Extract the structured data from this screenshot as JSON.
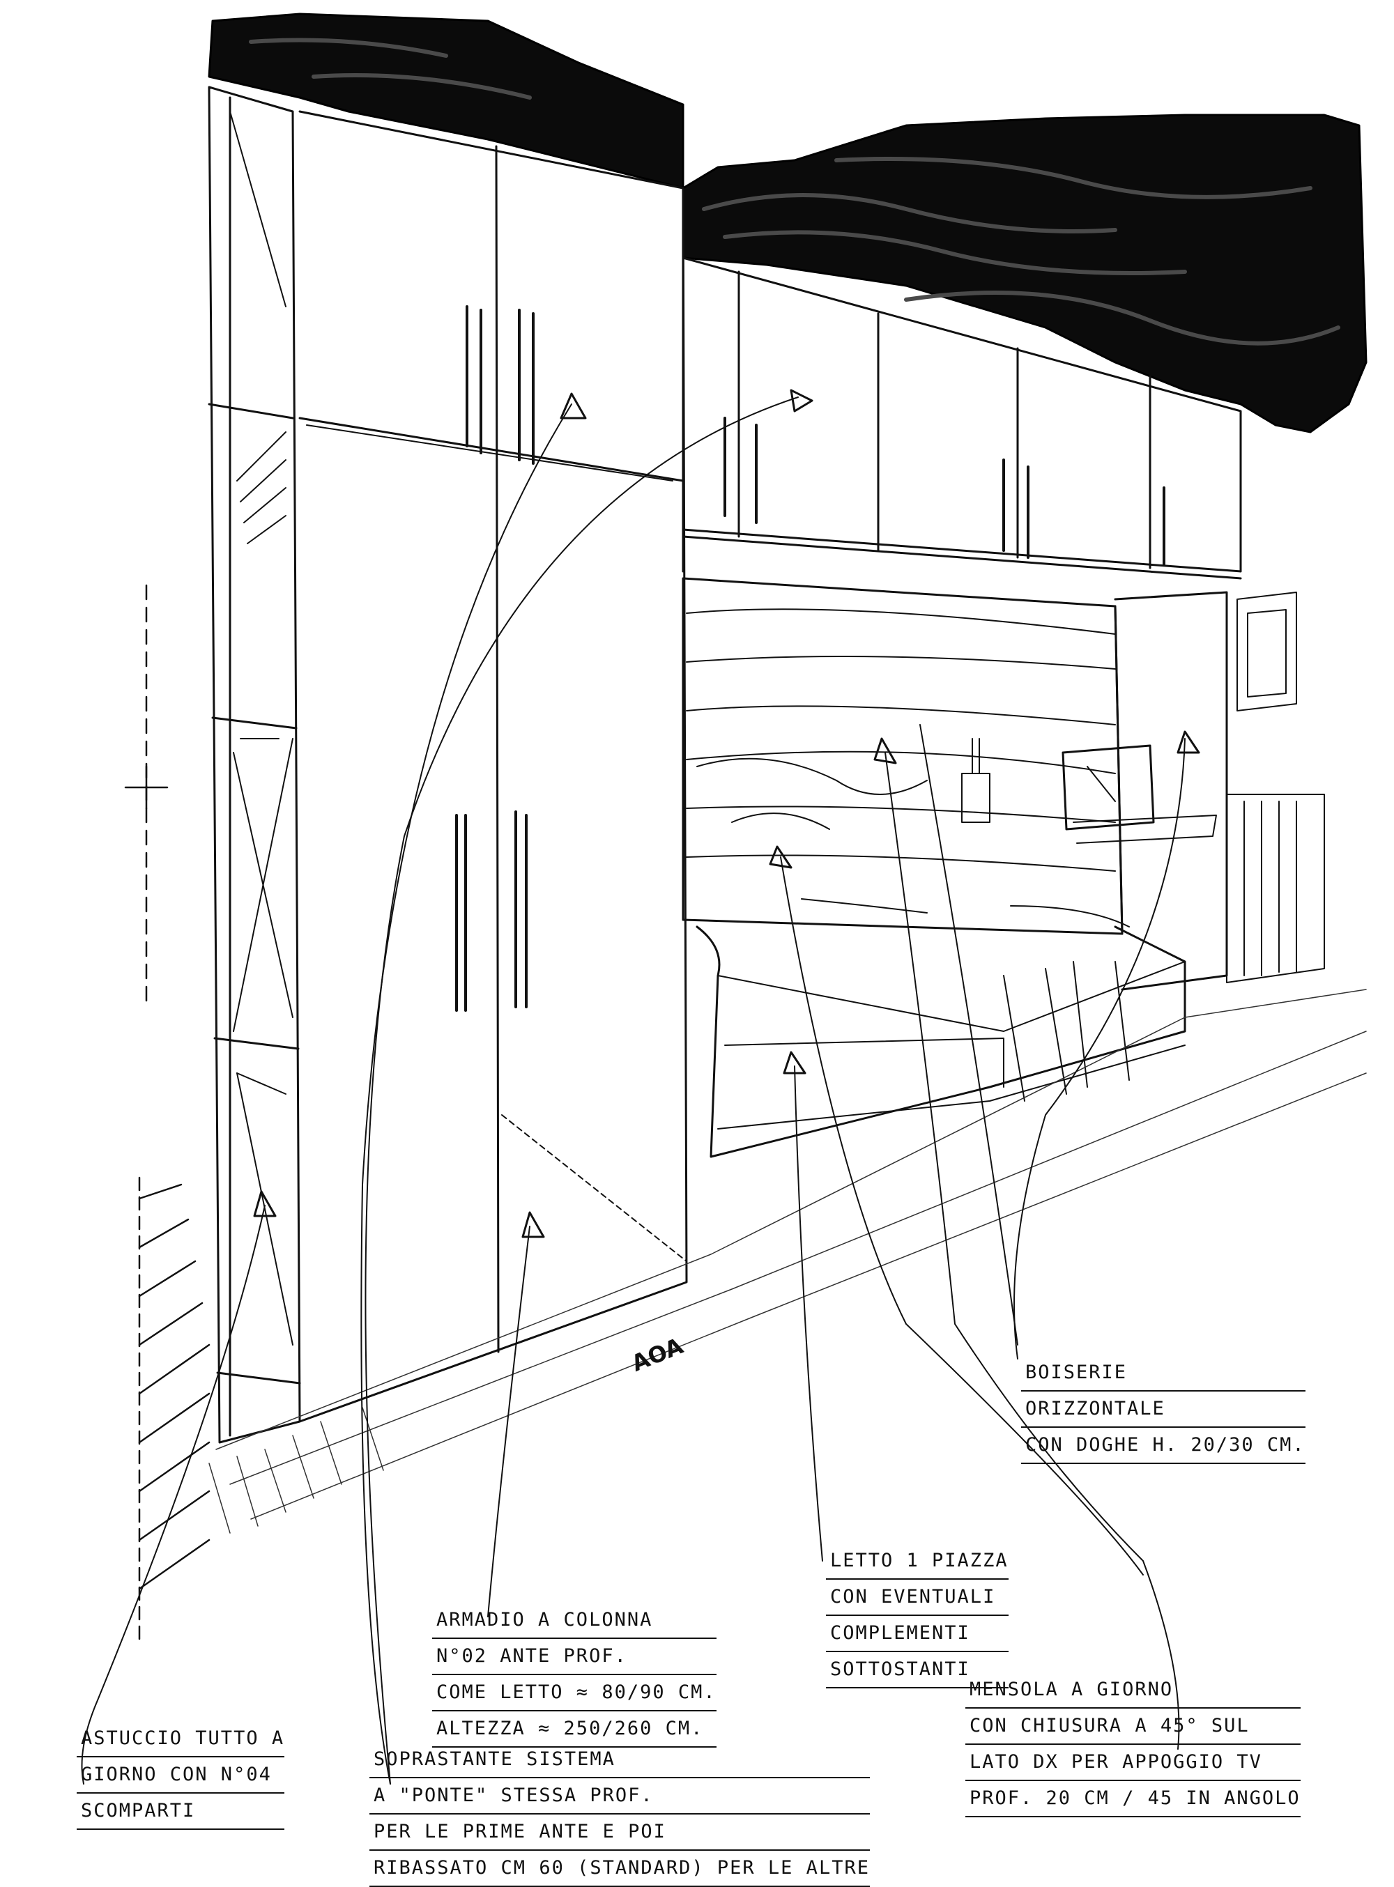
{
  "dimension_label": "AOA",
  "annotations": {
    "boiserie": [
      "BOISERIE",
      "ORIZZONTALE",
      "CON DOGHE h. 20/30 cm."
    ],
    "letto": [
      "LETTO 1 PIAZZA",
      "CON EVENTUALI",
      "COMPLEMENTI",
      "SOTTOSTANTI"
    ],
    "armadio": [
      "ARMADIO A COLONNA",
      "N°02 ANTE PROF.",
      "COME LETTO ≈ 80/90 cm.",
      "ALTEZZA ≈ 250/260 cm."
    ],
    "mensola": [
      "MENSOLA A GIORNO",
      "CON CHIUSURA A 45° SUL",
      "LATO DX PER APPOGGIO TV",
      "PROF. 20 cm / 45 IN ANGOLO"
    ],
    "astuccio": [
      "ASTUCCIO TUTTO A",
      "GIORNO CON N°04",
      "SCOMPARTI"
    ],
    "soprastante": [
      "SOPRASTANTE SISTEMA",
      "A \"PONTE\" STESSA PROF.",
      "PER LE PRIME ANTE E POI",
      "RIBASSATO cm 60 (STANDARD) PER LE ALTRE"
    ]
  }
}
